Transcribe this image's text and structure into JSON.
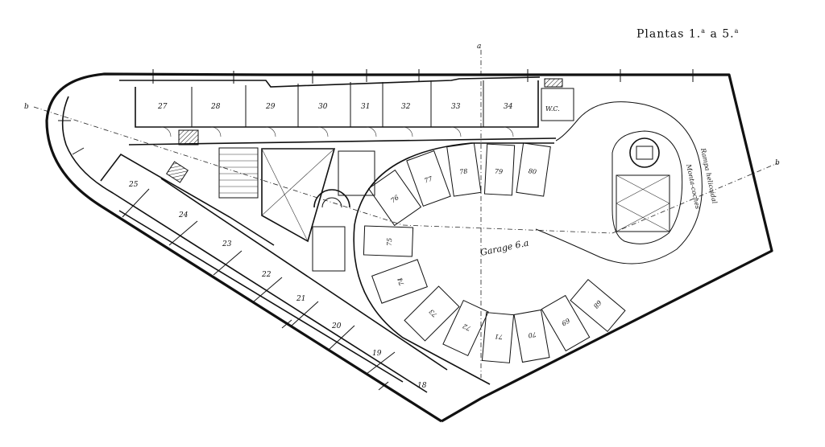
{
  "title": {
    "main": "Plantas 1.",
    "sup1": "a",
    "mid": " a 5.",
    "sup2": "a"
  },
  "labels": {
    "axis_a": "a",
    "axis_b_left": "b",
    "axis_b_right": "b",
    "garage": "Garage 6.a",
    "wc": "W.C.",
    "elevator_note": "Monta-coches",
    "ramp_note": "Rampa helicoidal"
  },
  "top_rooms": [
    "27",
    "28",
    "29",
    "30",
    "31",
    "32",
    "33",
    "34"
  ],
  "diagonal_rooms": [
    "25",
    "24",
    "23",
    "22",
    "21",
    "20",
    "19",
    "18"
  ],
  "garage_bays": [
    "76",
    "77",
    "78",
    "79",
    "80",
    "75",
    "74",
    "73",
    "72",
    "71",
    "70",
    "69",
    "68"
  ]
}
